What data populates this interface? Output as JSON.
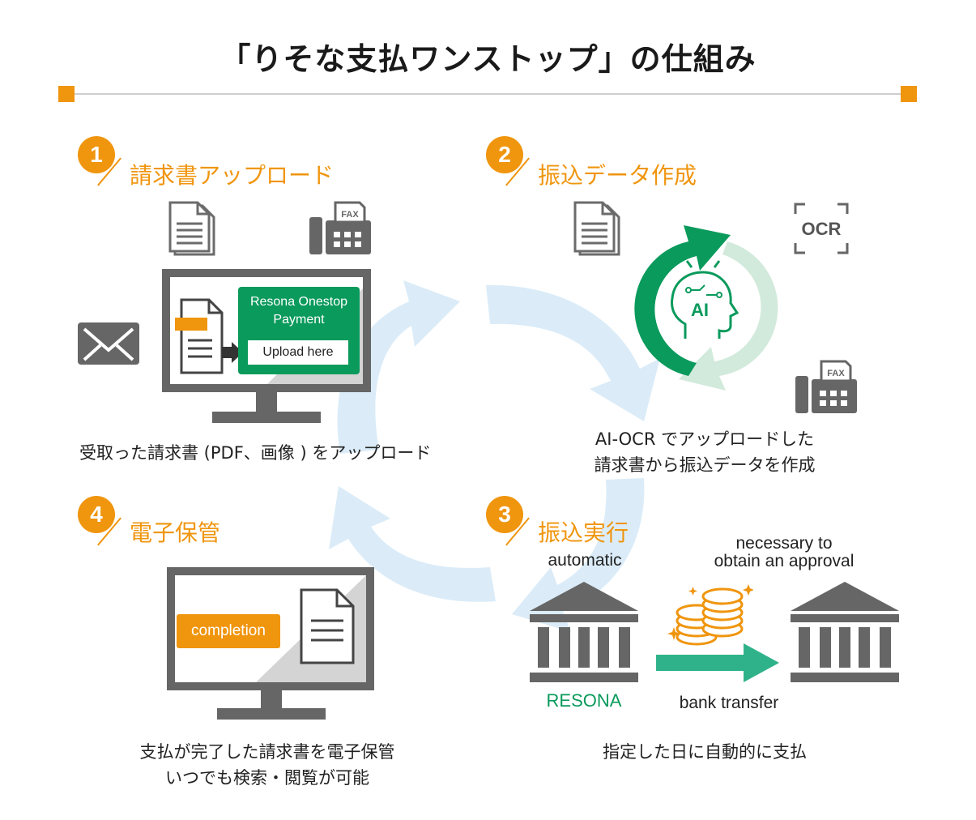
{
  "title": "「りそな支払ワンストップ」の仕組み",
  "colors": {
    "accent_orange": "#f0950e",
    "brand_green": "#0a9a5c",
    "arrow_teal": "#2fb28a",
    "cycle_blue": "#dbecf8",
    "icon_gray": "#666666"
  },
  "steps": {
    "s1": {
      "number": "1",
      "title": "請求書アップロード",
      "caption": "受取った請求書 (PDF、画像 ) をアップロード"
    },
    "s2": {
      "number": "2",
      "title": "振込データ作成",
      "caption_line1": "AI-OCR でアップロードした",
      "caption_line2": "請求書から振込データを作成"
    },
    "s3": {
      "number": "3",
      "title": "振込実行",
      "caption": "指定した日に自動的に支払"
    },
    "s4": {
      "number": "4",
      "title": "電子保管",
      "caption_line1": "支払が完了した請求書を電子保管",
      "caption_line2": "いつでも検索・閲覧が可能"
    }
  },
  "upload_panel": {
    "brand_line1": "Resona Onestop",
    "brand_line2": "Payment",
    "upload_button": "Upload here"
  },
  "icons": {
    "fax_label": "FAX",
    "ocr_label": "OCR",
    "ai_label": "AI"
  },
  "transfer": {
    "automatic": "automatic",
    "approval_line1": "necessary to",
    "approval_line2": "obtain an approval",
    "bank_name": "RESONA",
    "bank_transfer": "bank transfer"
  },
  "archive": {
    "completion_badge": "completion"
  }
}
